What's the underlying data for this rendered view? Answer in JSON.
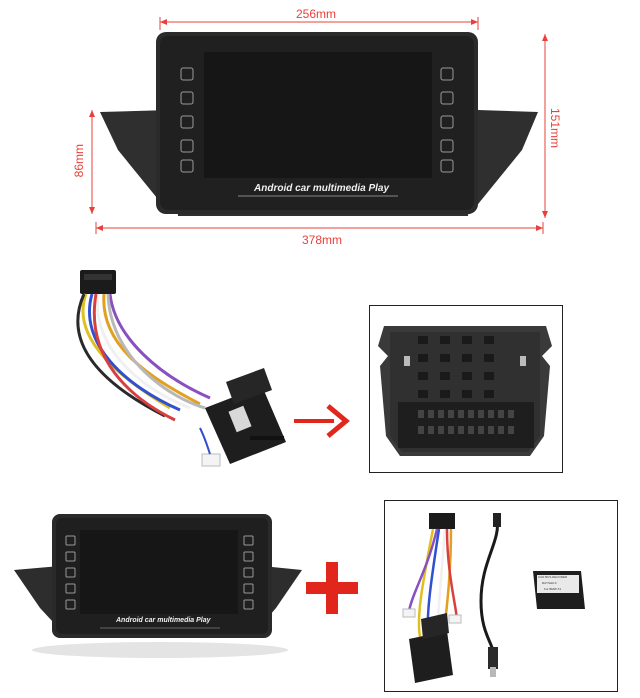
{
  "dimensions": {
    "top_width": "256mm",
    "bottom_width": "378mm",
    "left_height": "86mm",
    "right_height": "151mm"
  },
  "head_unit": {
    "caption": "Android car multimedia Play"
  },
  "decoder_box": {
    "label_line1": "CAN BUS DECODER",
    "label_line2": "RAYSH0-0",
    "label_line3": "For BMW X1"
  },
  "colors": {
    "dimension_lines": "#e8403a",
    "arrow": "#e1261c",
    "plus": "#e1261c",
    "unit_body": "#2b2b2b",
    "screen": "#161616"
  },
  "icons": [
    "power-icon",
    "home-icon",
    "back-icon",
    "volume-up-icon",
    "volume-down-icon",
    "nav-icon",
    "music-icon",
    "radio-icon",
    "next-icon",
    "prev-icon"
  ]
}
